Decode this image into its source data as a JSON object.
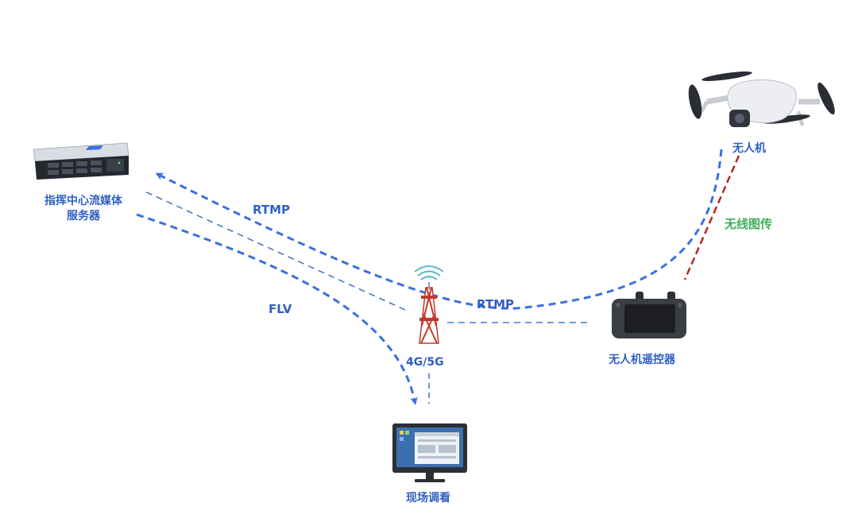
{
  "nodes": {
    "drone": {
      "label": "无人机"
    },
    "server": {
      "label_line1": "指挥中心流媒体",
      "label_line2": "服务器"
    },
    "remote": {
      "label": "无人机遥控器"
    },
    "tower": {
      "label": "4G/5G"
    },
    "monitor": {
      "label": "现场调看"
    }
  },
  "edges": {
    "rtmp_to_server": "RTMP",
    "rtmp_from_remote": "RTMP",
    "flv": "FLV",
    "wireless": "无线图传"
  },
  "colors": {
    "blue_link": "#3a6fe0",
    "blue_thin": "#4a78c8",
    "red_link": "#b8271f",
    "label_blue": "#2f5fc4",
    "label_green": "#3fae5a"
  }
}
